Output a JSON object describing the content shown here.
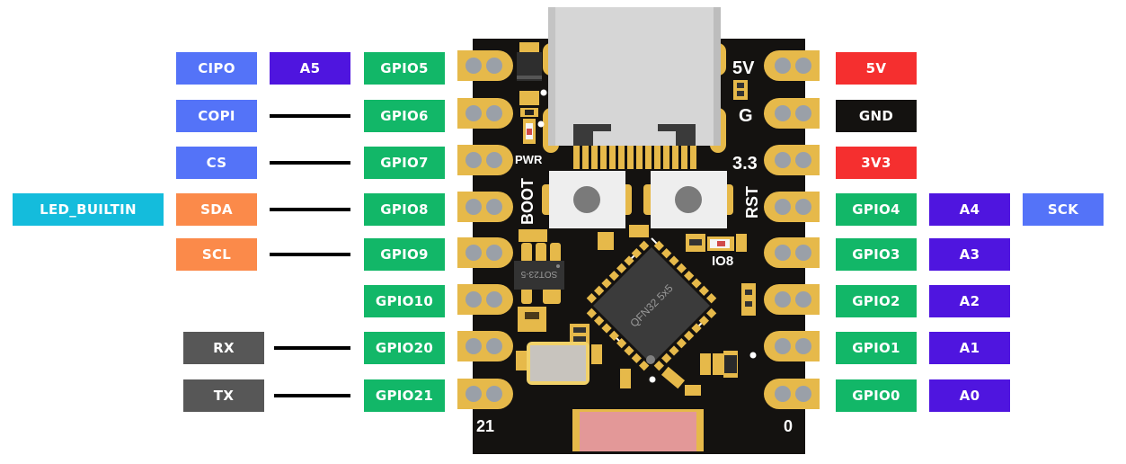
{
  "colors": {
    "gpio": "#12b768",
    "analog": "#4f15df",
    "spi": "#5473f8",
    "i2c": "#fb8a4a",
    "led": "#14bcdc",
    "uart": "#575757",
    "power": "#f52f2f",
    "ground": "#141210"
  },
  "board": {
    "silkscreen": {
      "five_v": "5V",
      "ground": "G",
      "three_v3": "3.3",
      "pwr_led": "PWR",
      "boot_button": "BOOT",
      "reset_button": "RST",
      "user_led": "IO8",
      "regulator": "SOT23-5",
      "mcu": "QFN32 5x5",
      "left_bottom_pin": "21",
      "right_bottom_pin": "0"
    }
  },
  "left_pins": [
    {
      "gpio": "GPIO5",
      "alt": "A5",
      "func": "CIPO",
      "func_type": "spi",
      "extra": null
    },
    {
      "gpio": "GPIO6",
      "alt": null,
      "func": "COPI",
      "func_type": "spi",
      "extra": null
    },
    {
      "gpio": "GPIO7",
      "alt": null,
      "func": "CS",
      "func_type": "spi",
      "extra": null
    },
    {
      "gpio": "GPIO8",
      "alt": null,
      "func": "SDA",
      "func_type": "i2c",
      "extra": "LED_BUILTIN"
    },
    {
      "gpio": "GPIO9",
      "alt": null,
      "func": "SCL",
      "func_type": "i2c",
      "extra": null
    },
    {
      "gpio": "GPIO10",
      "alt": null,
      "func": null,
      "func_type": null,
      "extra": null
    },
    {
      "gpio": "GPIO20",
      "alt": null,
      "func": "RX",
      "func_type": "uart",
      "extra": null
    },
    {
      "gpio": "GPIO21",
      "alt": null,
      "func": "TX",
      "func_type": "uart",
      "extra": null
    }
  ],
  "right_pins": [
    {
      "gpio": "5V",
      "gpio_type": "power",
      "alt": null,
      "func": null
    },
    {
      "gpio": "GND",
      "gpio_type": "ground",
      "alt": null,
      "func": null
    },
    {
      "gpio": "3V3",
      "gpio_type": "power",
      "alt": null,
      "func": null
    },
    {
      "gpio": "GPIO4",
      "gpio_type": "gpio",
      "alt": "A4",
      "func": "SCK"
    },
    {
      "gpio": "GPIO3",
      "gpio_type": "gpio",
      "alt": "A3",
      "func": null
    },
    {
      "gpio": "GPIO2",
      "gpio_type": "gpio",
      "alt": "A2",
      "func": null
    },
    {
      "gpio": "GPIO1",
      "gpio_type": "gpio",
      "alt": "A1",
      "func": null
    },
    {
      "gpio": "GPIO0",
      "gpio_type": "gpio",
      "alt": "A0",
      "func": null
    }
  ]
}
